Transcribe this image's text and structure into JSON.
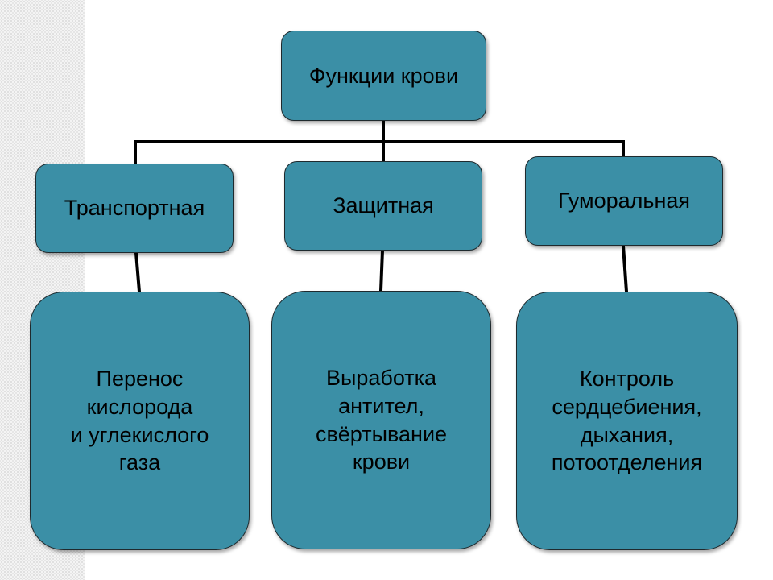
{
  "root": {
    "label": "Функции крови"
  },
  "functions": [
    {
      "label": "Транспортная",
      "detail": "Перенос\nкислорода\nи углекислого\nгаза"
    },
    {
      "label": "Защитная",
      "detail": "Выработка\nантител,\nсвёртывание\nкрови"
    },
    {
      "label": "Гуморальная",
      "detail": "Контроль\nсердцебиения,\nдыхания,\nпотоотделения"
    }
  ],
  "colors": {
    "box_fill": "#3b8fa6",
    "connector": "#000000"
  }
}
